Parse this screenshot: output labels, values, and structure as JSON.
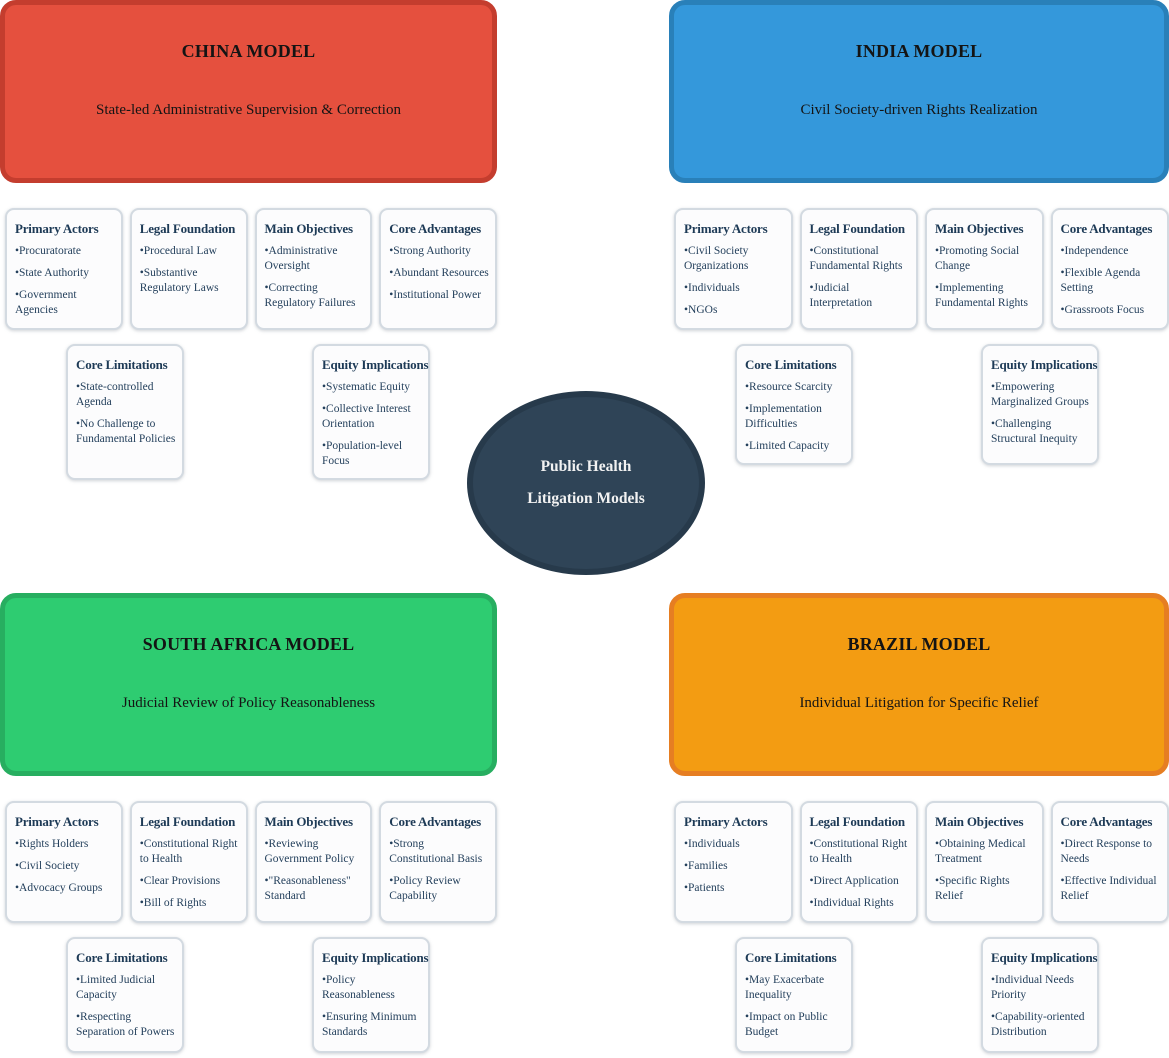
{
  "center": {
    "line1": "Public Health",
    "line2": "Litigation Models",
    "fill": "#2f4457",
    "border": "#273a4b"
  },
  "card_style": {
    "background": "#fcfcfd",
    "border": "#d3dae1",
    "heading_color": "#1d3a56",
    "text_color": "#24405c"
  },
  "models": [
    {
      "id": "china",
      "title": "CHINA MODEL",
      "subtitle": "State-led Administrative Supervision & Correction",
      "fill": "#e5503e",
      "border": "#c43d2e",
      "cards": [
        {
          "heading": "Primary Actors",
          "items": [
            "Procuratorate",
            "State Authority",
            "Government Agencies"
          ]
        },
        {
          "heading": "Legal Foundation",
          "items": [
            "Procedural Law",
            "Substantive Regulatory Laws"
          ]
        },
        {
          "heading": "Main Objectives",
          "items": [
            "Administrative Oversight",
            "Correcting Regulatory Failures"
          ]
        },
        {
          "heading": "Core Advantages",
          "items": [
            "Strong Authority",
            "Abundant Resources",
            "Institutional Power"
          ]
        },
        {
          "heading": "Core Limitations",
          "items": [
            "State-controlled Agenda",
            "No Challenge to Fundamental Policies"
          ]
        },
        {
          "heading": "Equity Implications",
          "items": [
            "Systematic Equity",
            "Collective Interest Orientation",
            "Population-level Focus"
          ]
        }
      ]
    },
    {
      "id": "india",
      "title": "INDIA MODEL",
      "subtitle": "Civil Society-driven Rights Realization",
      "fill": "#3498db",
      "border": "#2980b9",
      "cards": [
        {
          "heading": "Primary Actors",
          "items": [
            "Civil Society Organizations",
            "Individuals",
            "NGOs"
          ]
        },
        {
          "heading": "Legal Foundation",
          "items": [
            "Constitutional Fundamental Rights",
            "Judicial Interpretation"
          ]
        },
        {
          "heading": "Main Objectives",
          "items": [
            "Promoting Social Change",
            "Implementing Fundamental Rights"
          ]
        },
        {
          "heading": "Core Advantages",
          "items": [
            "Independence",
            "Flexible Agenda Setting",
            "Grassroots Focus"
          ]
        },
        {
          "heading": "Core Limitations",
          "items": [
            "Resource Scarcity",
            "Implementation Difficulties",
            "Limited Capacity"
          ]
        },
        {
          "heading": "Equity Implications",
          "items": [
            "Empowering Marginalized Groups",
            "Challenging Structural Inequity"
          ]
        }
      ]
    },
    {
      "id": "south-africa",
      "title": "SOUTH AFRICA MODEL",
      "subtitle": "Judicial Review of Policy Reasonableness",
      "fill": "#2ecc71",
      "border": "#27ae60",
      "cards": [
        {
          "heading": "Primary Actors",
          "items": [
            "Rights Holders",
            "Civil Society",
            "Advocacy Groups"
          ]
        },
        {
          "heading": "Legal Foundation",
          "items": [
            "Constitutional Right to Health",
            "Clear Provisions",
            "Bill of Rights"
          ]
        },
        {
          "heading": "Main Objectives",
          "items": [
            "Reviewing Government Policy",
            "\"Reasonableness\" Standard"
          ]
        },
        {
          "heading": "Core Advantages",
          "items": [
            "Strong Constitutional Basis",
            "Policy Review Capability"
          ]
        },
        {
          "heading": "Core Limitations",
          "items": [
            "Limited Judicial Capacity",
            "Respecting Separation of Powers"
          ]
        },
        {
          "heading": "Equity Implications",
          "items": [
            "Policy Reasonableness",
            "Ensuring Minimum Standards"
          ]
        }
      ]
    },
    {
      "id": "brazil",
      "title": "BRAZIL MODEL",
      "subtitle": "Individual Litigation for Specific Relief",
      "fill": "#f39c12",
      "border": "#e67e22",
      "cards": [
        {
          "heading": "Primary Actors",
          "items": [
            "Individuals",
            "Families",
            "Patients"
          ]
        },
        {
          "heading": "Legal Foundation",
          "items": [
            "Constitutional Right to Health",
            "Direct Application",
            "Individual Rights"
          ]
        },
        {
          "heading": "Main Objectives",
          "items": [
            "Obtaining Medical Treatment",
            "Specific Rights Relief"
          ]
        },
        {
          "heading": "Core Advantages",
          "items": [
            "Direct Response to Needs",
            "Effective Individual Relief"
          ]
        },
        {
          "heading": "Core Limitations",
          "items": [
            "May Exacerbate Inequality",
            "Impact on Public Budget"
          ]
        },
        {
          "heading": "Equity Implications",
          "items": [
            "Individual Needs Priority",
            "Capability-oriented Distribution"
          ]
        }
      ]
    }
  ]
}
